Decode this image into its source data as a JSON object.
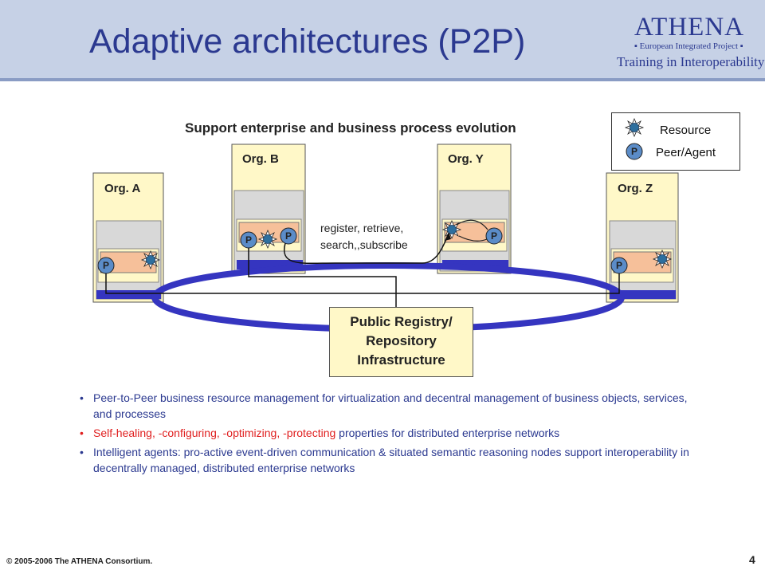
{
  "header": {
    "title": "Adaptive architectures (P2P)",
    "logo_name": "ATHENA",
    "logo_subtitle": "▪ European Integrated Project ▪",
    "logo_tagline": "Training in Interoperability"
  },
  "diagram": {
    "subtitle": "Support enterprise and business process evolution",
    "orgs": [
      {
        "label": "Org. A"
      },
      {
        "label": "Org. B"
      },
      {
        "label": "Org. Y"
      },
      {
        "label": "Org. Z"
      }
    ],
    "peer_symbol": "P",
    "legend": {
      "resource_label": "Resource",
      "peer_label": "Peer/Agent",
      "peer_symbol": "P"
    },
    "interaction_label_line1": "register, retrieve,",
    "interaction_label_line2": "search,,subscribe",
    "registry_line1": "Public Registry/",
    "registry_line2": "Repository",
    "registry_line3": "Infrastructure",
    "colors": {
      "ring": "#3535c0",
      "org_fill": "#fff8c8",
      "inner_fill": "#d8d8d8",
      "resource_band": "#f6c09a",
      "peer_fill": "#5b8cc8",
      "resource_icon": "#2e6f9e"
    }
  },
  "bullets": [
    {
      "text": "Peer-to-Peer business resource management for virtualization and decentral management of business objects, services, and processes"
    },
    {
      "highlight": "Self-healing, -configuring, -optimizing, -protecting",
      "rest": " properties for distributed enterprise networks"
    },
    {
      "text": "Intelligent agents: pro-active event-driven communication & situated semantic reasoning nodes support interoperability in decentrally managed, distributed enterprise networks"
    }
  ],
  "footer": {
    "copyright": "© 2005-2006 The ATHENA Consortium.",
    "page_number": "4"
  }
}
